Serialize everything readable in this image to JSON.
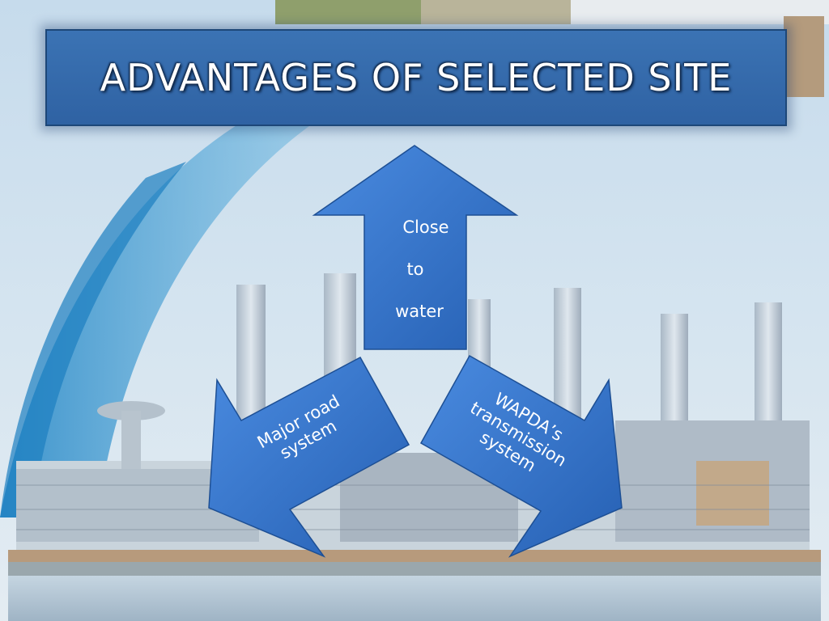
{
  "title": "ADVANTAGES OF SELECTED SITE",
  "arrows": {
    "up": {
      "lines": [
        "Close",
        "to",
        "water"
      ]
    },
    "left": {
      "lines": [
        "Major road",
        "system"
      ]
    },
    "right": {
      "lines": [
        "WAPDA’s",
        "transmission",
        "system"
      ]
    }
  },
  "colors": {
    "banner": "#3266a8",
    "arrow": "#2f6fc4",
    "sky": "#cfe0ee",
    "water": "#b7c9d7"
  },
  "icons": [
    "power-plant-photo",
    "up-arrow",
    "down-left-arrow",
    "down-right-arrow"
  ]
}
